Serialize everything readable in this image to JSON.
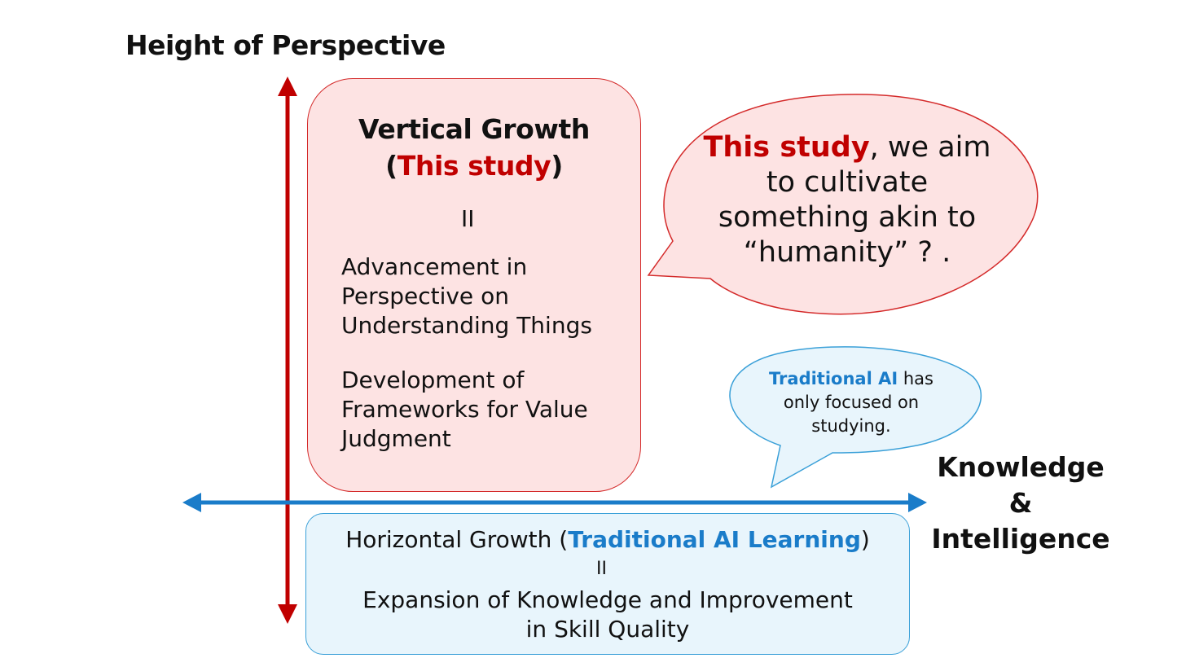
{
  "axes": {
    "y_title": "Height of Perspective",
    "x_title_lines": [
      "Knowledge",
      "&",
      "Intelligence"
    ],
    "colors": {
      "y_axis": "#c00000",
      "x_axis": "#1a7cc9"
    }
  },
  "vertical_box": {
    "title_line1": "Vertical Growth",
    "title_open": "(",
    "title_highlight": "This study",
    "title_close": ")",
    "equals": "II",
    "item1": "Advancement in\nPerspective on\nUnderstanding Things",
    "item2": "Development of\nFrameworks for Value\nJudgment",
    "colors": {
      "fill": "#fde3e3",
      "border": "#d42a2a",
      "highlight": "#c00000"
    }
  },
  "horizontal_box": {
    "line1_prefix": "Horizontal Growth (",
    "line1_highlight": "Traditional AI Learning",
    "line1_suffix": ")",
    "equals": "II",
    "line2": "Expansion of Knowledge and Improvement",
    "line3": "in Skill Quality",
    "colors": {
      "fill": "#e8f5fc",
      "border": "#3aa0d8",
      "highlight": "#1a7cc9"
    }
  },
  "bubble_study": {
    "highlight": "This study",
    "rest": ", we aim to cultivate something akin to “humanity” ? .",
    "colors": {
      "fill": "#fde3e3",
      "border": "#d42a2a"
    }
  },
  "bubble_traditional": {
    "highlight": "Traditional AI",
    "rest": " has only focused on studying.",
    "colors": {
      "fill": "#e8f5fc",
      "border": "#3aa0d8"
    }
  }
}
